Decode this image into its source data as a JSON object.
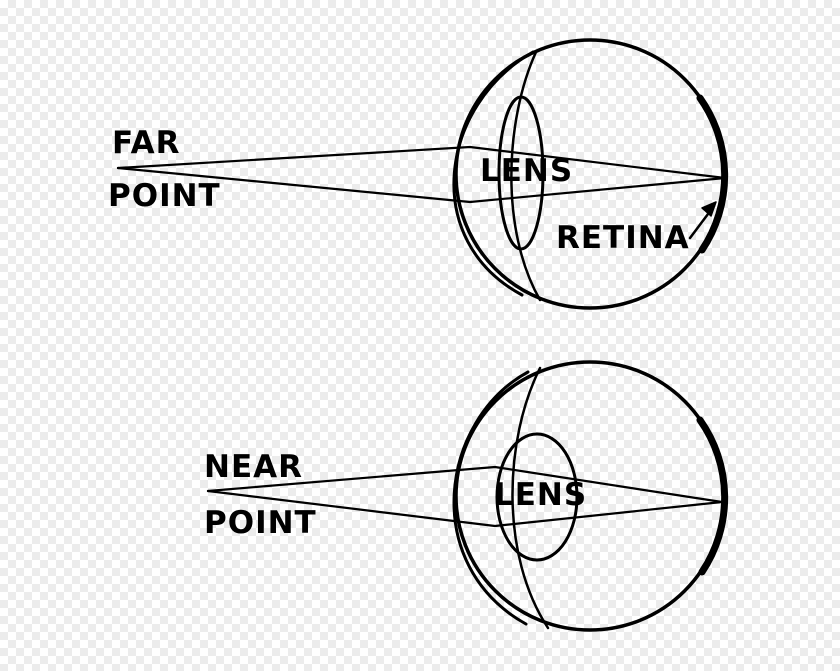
{
  "top_diagram": {
    "label_far": "FAR",
    "label_point": "POINT",
    "label_lens": "LENS",
    "label_retina": "RETINA"
  },
  "bottom_diagram": {
    "label_near": "NEAR",
    "label_point": "POINT",
    "label_lens": "LENS"
  },
  "colors": {
    "stroke": "#000000",
    "background": "#ffffff"
  }
}
